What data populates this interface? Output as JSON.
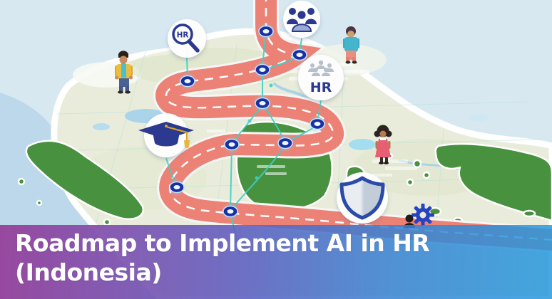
{
  "illustration": {
    "banner": {
      "title_line1": "Roadmap to Implement AI in HR",
      "title_line2": "(Indonesia)"
    },
    "milestones": [
      {
        "icon": "hr-magnifier-icon",
        "label": "HR"
      },
      {
        "icon": "team-people-icon",
        "label": ""
      },
      {
        "icon": "hr-crowd-icon",
        "label": "HR"
      },
      {
        "icon": "graduation-cap-icon",
        "label": ""
      },
      {
        "icon": "security-shield-icon",
        "label": ""
      },
      {
        "icon": "gear-icon",
        "label": ""
      }
    ],
    "colors": {
      "banner_gradient_left": "#96429b",
      "banner_gradient_mid": "#5f63c2",
      "banner_gradient_right": "#2498de",
      "banner_text": "#ffffff",
      "road": "#ec8276",
      "road_centerline": "#ffffff",
      "connector_teal": "#3ed0c6",
      "node_navy": "#1a2fa6",
      "node_glow": "#78e6ff",
      "icon_navy": "#2b3990",
      "island_green": "#47913f",
      "land_beige": "#e9ecda",
      "water_blue": "#c6ddec",
      "tassel_gold": "#d9a520"
    }
  }
}
